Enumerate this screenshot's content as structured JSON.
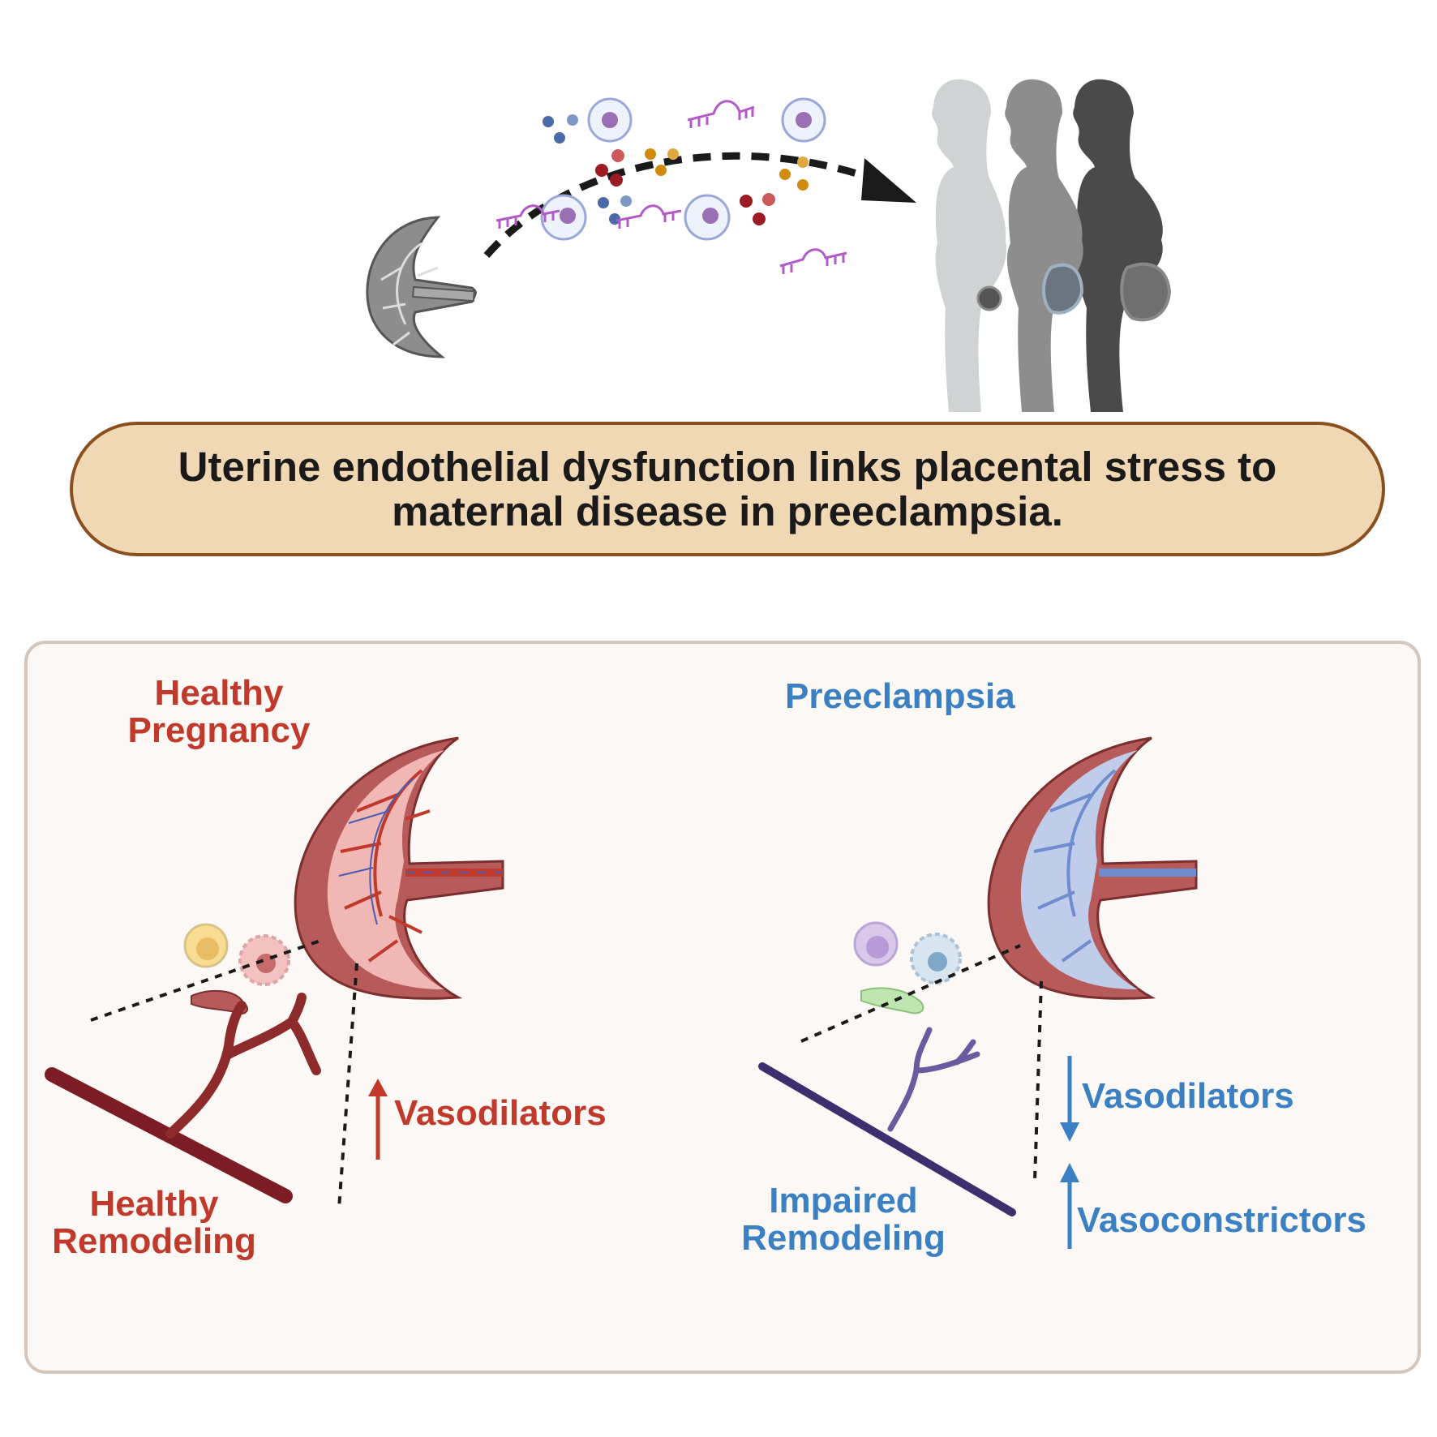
{
  "banner": {
    "text_line1": "Uterine endothelial dysfunction links placental stress to",
    "text_line2": "maternal disease in preeclampsia."
  },
  "healthy": {
    "title_line1": "Healthy",
    "title_line2": "Pregnancy",
    "remodel_line1": "Healthy",
    "remodel_line2": "Remodeling",
    "vasodilators": "Vasodilators"
  },
  "preeclampsia": {
    "title": "Preeclampsia",
    "remodel_line1": "Impaired",
    "remodel_line2": "Remodeling",
    "vasodilators": "Vasodilators",
    "vasoconstrictors": "Vasoconstrictors"
  },
  "colors": {
    "healthy_red": "#c0392b",
    "preeclampsia_blue": "#3a80c2",
    "banner_fill": "#f0d8b5",
    "banner_border": "#8a4f1f",
    "panel_fill": "#fcf8f5"
  }
}
